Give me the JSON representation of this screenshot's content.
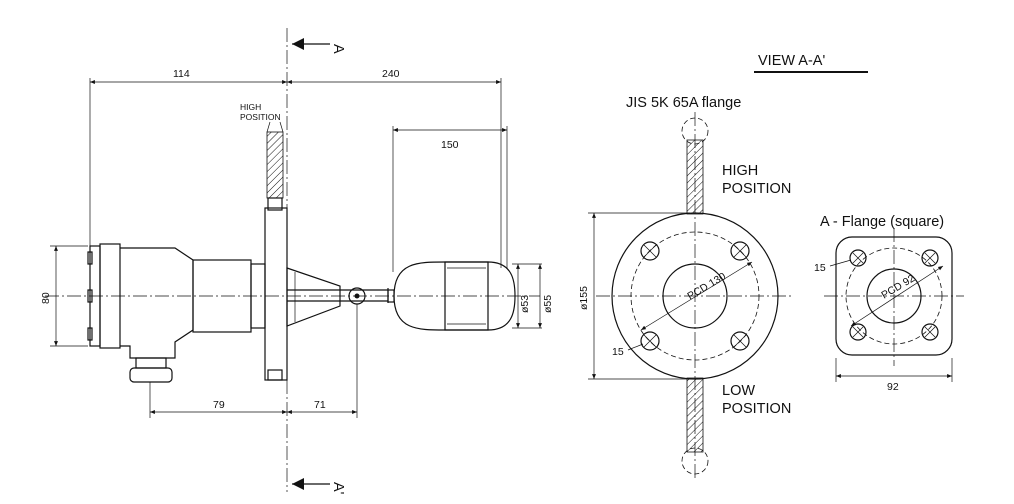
{
  "section_marks": {
    "top": "A",
    "bottom": "A'"
  },
  "side_view": {
    "dim_flange": "114",
    "dim_overall": "240",
    "dim_float_len": "150",
    "dim_height": "80",
    "dim_body": "79",
    "dim_arm": "71",
    "dim_d53": "ø53",
    "dim_d55": "ø55",
    "high_label_1": "HIGH",
    "high_label_2": "POSITION"
  },
  "view_aa": {
    "title": "VIEW A-A'",
    "flange_name": "JIS 5K 65A flange",
    "high_1": "HIGH",
    "high_2": "POSITION",
    "low_1": "LOW",
    "low_2": "POSITION",
    "dim_d155": "ø155",
    "pcd": "PCD 130",
    "hole": "15"
  },
  "square_flange": {
    "title": "A - Flange (square)",
    "pcd": "PCD 92",
    "hole": "15",
    "width": "92"
  }
}
